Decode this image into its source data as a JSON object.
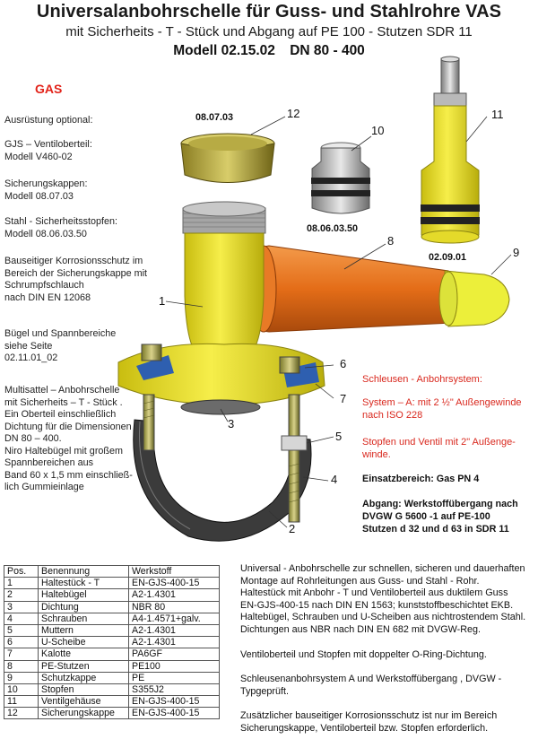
{
  "header": {
    "title": "Universalanbohrschelle für Guss- und Stahlrohre VAS",
    "subtitle": "mit Sicherheits - T - Stück und Abgang auf PE 100 - Stutzen SDR 11",
    "model": "Modell 02.15.02",
    "range": "DN 80 - 400",
    "medium": "GAS"
  },
  "left_notes": [
    "Ausrüstung optional:",
    "GJS – Ventiloberteil:\nModell V460-02",
    "Sicherungskappen:\nModell 08.07.03",
    "Stahl - Sicherheitsstopfen:\nModell 08.06.03.50",
    "Bauseitiger Korrosionsschutz im\nBereich der Sicherungskappe mit\nSchrumpfschlauch\nnach DIN EN 12068",
    "Bügel und Spannbereiche\nsiehe Seite\n02.11.01_02",
    "Multisattel – Anbohrschelle\nmit Sicherheits – T - Stück .\nEin Oberteil einschließlich\nDichtung für die Dimensionen\nDN 80 – 400.\nNiro Haltebügel mit großem\nSpannbereichen aus\nBand 60 x 1,5 mm einschließ-\nlich Gummieinlage"
  ],
  "part_labels": {
    "cap": "08.07.03",
    "plug": "08.06.03.50",
    "valve": "02.09.01"
  },
  "callouts": [
    "1",
    "2",
    "3",
    "4",
    "5",
    "6",
    "7",
    "8",
    "9",
    "10",
    "11",
    "12"
  ],
  "red_block": [
    "Schleusen - Anbohrsystem:",
    "System – A: mit 2 ½\" Außengewinde\nnach ISO 228",
    "Stopfen und Ventil mit 2\" Außenge-\nwinde."
  ],
  "black_block": [
    "Einsatzbereich:  Gas  PN 4",
    "Abgang: Werkstoffübergang nach\nDVGW  G 5600 -1  auf PE-100\nStutzen d 32 und d 63 in SDR 11"
  ],
  "parts_table": {
    "headers": [
      "Pos.",
      "Benennung",
      "Werkstoff"
    ],
    "rows": [
      [
        "1",
        "Haltestück - T",
        "EN-GJS-400-15"
      ],
      [
        "2",
        "Haltebügel",
        "A2-1.4301"
      ],
      [
        "3",
        "Dichtung",
        "NBR 80"
      ],
      [
        "4",
        "Schrauben",
        "A4-1.4571+galv."
      ],
      [
        "5",
        "Muttern",
        "A2-1.4301"
      ],
      [
        "6",
        "U-Scheibe",
        "A2-1.4301"
      ],
      [
        "7",
        "Kalotte",
        "PA6GF"
      ],
      [
        "8",
        "PE-Stutzen",
        "PE100"
      ],
      [
        "9",
        "Schutzkappe",
        "PE"
      ],
      [
        "10",
        "Stopfen",
        "S355J2"
      ],
      [
        "11",
        "Ventilgehäuse",
        "EN-GJS-400-15"
      ],
      [
        "12",
        "Sicherungskappe",
        "EN-GJS-400-15"
      ]
    ]
  },
  "description": [
    "Universal - Anbohrschelle zur schnellen, sicheren und dauerhaften\nMontage auf Rohrleitungen aus Guss- und Stahl - Rohr.\nHaltestück mit Anbohr - T  und  Ventiloberteil aus duktilem Guss\nEN-GJS-400-15 nach DIN EN  1563;  kunststoffbeschichtet EKB.\nHaltebügel, Schrauben und U-Scheiben aus nichtrostendem Stahl.\nDichtungen aus  NBR nach DIN EN 682 mit DVGW-Reg.",
    "Ventiloberteil und Stopfen mit doppelter O-Ring-Dichtung.",
    "Schleusenanbohrsystem A und Werkstoffübergang ,  DVGW -\nTypgeprüft.",
    "Zusätzlicher bauseitiger Korrosionsschutz ist nur im Bereich\nSicherungskappe, Ventiloberteil bzw. Stopfen erforderlich."
  ],
  "colors": {
    "body_yellow": "#f2e61e",
    "pe_orange": "#e8721c",
    "cap_yellow": "#ecef3a",
    "seal_blue": "#2e5fb0",
    "metal": "#b8b8b8",
    "gas_red": "#e2231a"
  }
}
